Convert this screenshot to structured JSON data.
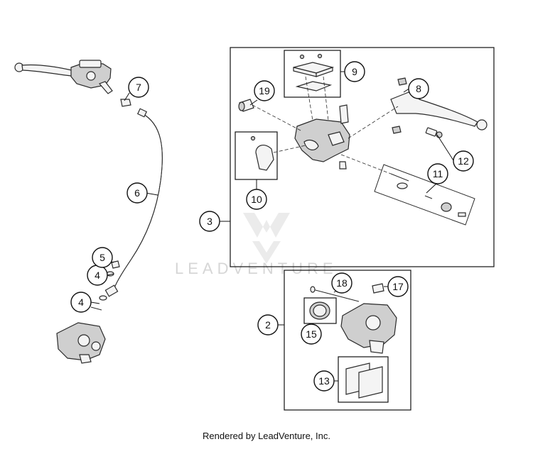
{
  "watermark": {
    "text": "LEADVENTURE"
  },
  "footer": {
    "text": "Rendered by LeadVenture, Inc."
  },
  "callouts": [
    {
      "id": "c2",
      "label": "2"
    },
    {
      "id": "c3",
      "label": "3"
    },
    {
      "id": "c4a",
      "label": "4"
    },
    {
      "id": "c4b",
      "label": "4"
    },
    {
      "id": "c5",
      "label": "5"
    },
    {
      "id": "c6",
      "label": "6"
    },
    {
      "id": "c7",
      "label": "7"
    },
    {
      "id": "c8",
      "label": "8"
    },
    {
      "id": "c9",
      "label": "9"
    },
    {
      "id": "c10",
      "label": "10"
    },
    {
      "id": "c11",
      "label": "11"
    },
    {
      "id": "c12",
      "label": "12"
    },
    {
      "id": "c13",
      "label": "13"
    },
    {
      "id": "c15",
      "label": "15"
    },
    {
      "id": "c17",
      "label": "17"
    },
    {
      "id": "c18",
      "label": "18"
    },
    {
      "id": "c19",
      "label": "19"
    }
  ]
}
